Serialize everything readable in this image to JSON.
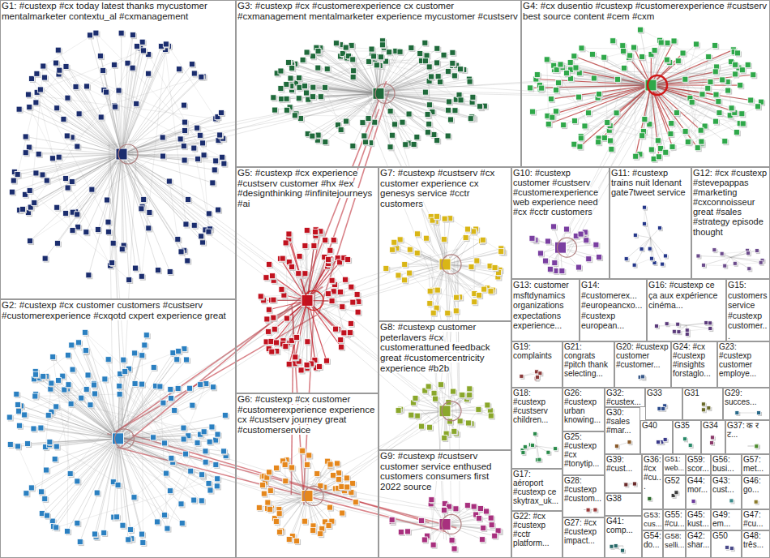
{
  "diagram": {
    "nodes": [
      {
        "text": [
          "G1: #custexp #cx today latest thanks mycustomer mentalmarketer contextu_al #cxmanagement"
        ]
      },
      {
        "text": [
          "G3: #custexp #cx #customerexperience cx customer #cxmanagement mentalmarketer experience mycustomer #custserv"
        ]
      },
      {
        "text": [
          "G4: #cx dusentio #custexp #customerexperience #custserv best source content #cem #cxm"
        ]
      },
      {
        "text": [
          "G5: #custexp #cx experience #custserv customer #hx #ex #designthinking #infinitejourneys #ai"
        ]
      },
      {
        "text": [
          "G7: #custexp #custserv #cx customer experience cx genesys service #cctr customers"
        ]
      },
      {
        "text": [
          "G10: #custexp customer #custserv #customerexperience web experience need #cx #cctr customers"
        ]
      },
      {
        "text": [
          "G11: #custexp trains nuit ldenant gate7tweet service"
        ]
      },
      {
        "text": [
          "G12: #cx #custexp #stevepappas #marketing #cxconnoisseur great #sales #strategy episode thought"
        ]
      },
      {
        "text": [
          "G13: customer msftdynamics organizations expectations experience..."
        ]
      },
      {
        "text": [
          "G14: #customerex... #europeancxo... #custexp european..."
        ]
      },
      {
        "text": [
          "G16: #custexp ce ça aux expérience cinéma..."
        ]
      },
      {
        "text": [
          "G15: customers service #custexp customer..."
        ]
      },
      {
        "text": [
          "G2: #custexp #cx customer customers #custserv #customerexperience #cxqotd cxpert experience great"
        ]
      },
      {
        "text": [
          "G8: #custexp customer peterlavers #cx customerattuned feedback great #customercentricity experience #b2b"
        ]
      },
      {
        "text": [
          "G19: complaints"
        ]
      },
      {
        "text": [
          "G21: congrats #pitch thank selecting..."
        ]
      },
      {
        "text": [
          "G20: #custexp customer #customer..."
        ]
      },
      {
        "text": [
          "G24: #cx #custexp #insights forstaglo..."
        ]
      },
      {
        "text": [
          "G23: #custexp customer employe..."
        ]
      },
      {
        "text": [
          "G18: #custexp #custserv children..."
        ]
      },
      {
        "text": [
          "G26: #custexp urban knowing..."
        ]
      },
      {
        "text": [
          "G32: #custex..."
        ]
      },
      {
        "text": [
          "G33"
        ]
      },
      {
        "text": [
          "G31"
        ]
      },
      {
        "text": [
          "G29: succes..."
        ]
      },
      {
        "text": [
          "G30: #sales #mar..."
        ]
      },
      {
        "text": [
          "G40"
        ]
      },
      {
        "text": [
          "G35"
        ]
      },
      {
        "text": [
          "G34"
        ]
      },
      {
        "text": [
          "G37: क र ट..."
        ]
      },
      {
        "text": [
          "G25: #custexp #cx #tonytip..."
        ]
      },
      {
        "text": [
          "G39: #cust..."
        ]
      },
      {
        "text": [
          "G36: #cx #cu..."
        ]
      },
      {
        "text": [
          "G51: web..."
        ]
      },
      {
        "text": [
          "G59: scor..."
        ]
      },
      {
        "text": [
          "G56: busi..."
        ]
      },
      {
        "text": [
          "G57: met..."
        ]
      },
      {
        "text": [
          "G28: #custexp #custom..."
        ]
      },
      {
        "text": [
          "G52"
        ]
      },
      {
        "text": [
          "G44: mor..."
        ]
      },
      {
        "text": [
          "G43: cust..."
        ]
      },
      {
        "text": [
          "G46: go..."
        ]
      },
      {
        "text": [
          "G38"
        ]
      },
      {
        "text": [
          "G53: cus..."
        ]
      },
      {
        "text": [
          "G55: #cu..."
        ]
      },
      {
        "text": [
          "G45: kust..."
        ]
      },
      {
        "text": [
          "G49: em..."
        ]
      },
      {
        "text": [
          "G47: #cu..."
        ]
      },
      {
        "text": [
          "G17: aéroport #custexp ce skytrax_uk..."
        ]
      },
      {
        "text": [
          "G41: comp..."
        ]
      },
      {
        "text": [
          "G54: do..."
        ]
      },
      {
        "text": [
          "G58: selli..."
        ]
      },
      {
        "text": [
          "G42: shar..."
        ]
      },
      {
        "text": [
          "G50"
        ]
      },
      {
        "text": [
          "G48: três..."
        ]
      },
      {
        "text": [
          "G27: #cx #custexp impact..."
        ]
      },
      {
        "text": [
          "G22: #cx #custexp #cctr platform..."
        ]
      },
      {
        "text": [
          "G6: #custexp #cx customer #customerexperience experience cx #custserv journey great #customerservice"
        ]
      },
      {
        "text": [
          "G9: #custexp #custserv customer service enthused customers consumers first 2022 source"
        ]
      }
    ]
  }
}
